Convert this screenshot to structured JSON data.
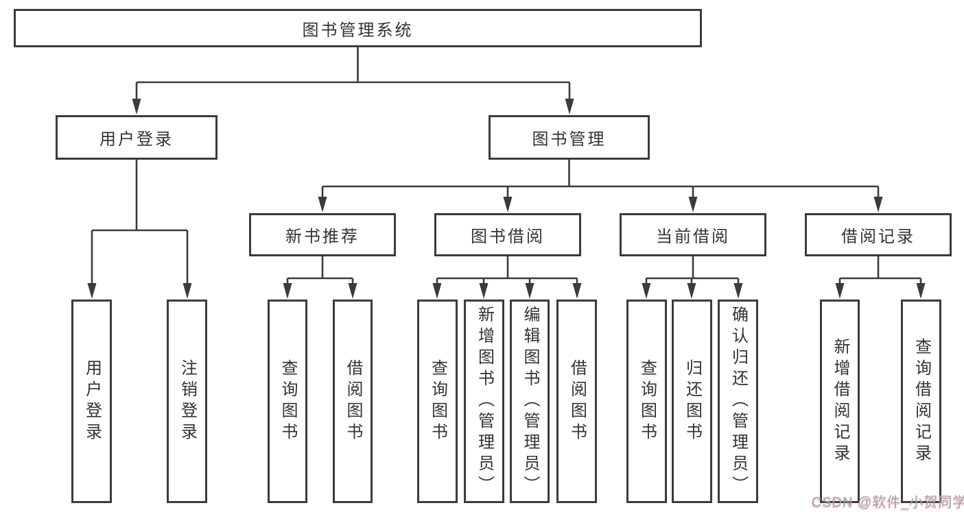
{
  "diagram": {
    "type": "tree",
    "root": {
      "label": "图书管理系统"
    },
    "level2": [
      {
        "label": "用户登录"
      },
      {
        "label": "图书管理"
      }
    ],
    "level3": [
      {
        "label": "新书推荐",
        "parent": "图书管理"
      },
      {
        "label": "图书借阅",
        "parent": "图书管理"
      },
      {
        "label": "当前借阅",
        "parent": "图书管理"
      },
      {
        "label": "借阅记录",
        "parent": "图书管理"
      }
    ],
    "leaves": [
      {
        "label": "用户登录",
        "parent": "用户登录"
      },
      {
        "label": "注销登录",
        "parent": "用户登录"
      },
      {
        "label": "查询图书",
        "parent": "新书推荐"
      },
      {
        "label": "借阅图书",
        "parent": "新书推荐"
      },
      {
        "label": "查询图书",
        "parent": "图书借阅"
      },
      {
        "label": "新增图书（管理员）",
        "parent": "图书借阅"
      },
      {
        "label": "编辑图书（管理员）",
        "parent": "图书借阅"
      },
      {
        "label": "借阅图书",
        "parent": "图书借阅"
      },
      {
        "label": "查询图书",
        "parent": "当前借阅"
      },
      {
        "label": "归还图书",
        "parent": "当前借阅"
      },
      {
        "label": "确认归还（管理员）",
        "parent": "当前借阅"
      },
      {
        "label": "新增借阅记录",
        "parent": "借阅记录"
      },
      {
        "label": "查询借阅记录",
        "parent": "借阅记录"
      }
    ],
    "colors": {
      "line": "#3b3b3b",
      "box_border": "#3b3b3b",
      "text": "#333333",
      "background": "#ffffff"
    }
  },
  "watermark": {
    "text": "CSDN @软件_小贺同学",
    "color": "#a2a6ae"
  }
}
